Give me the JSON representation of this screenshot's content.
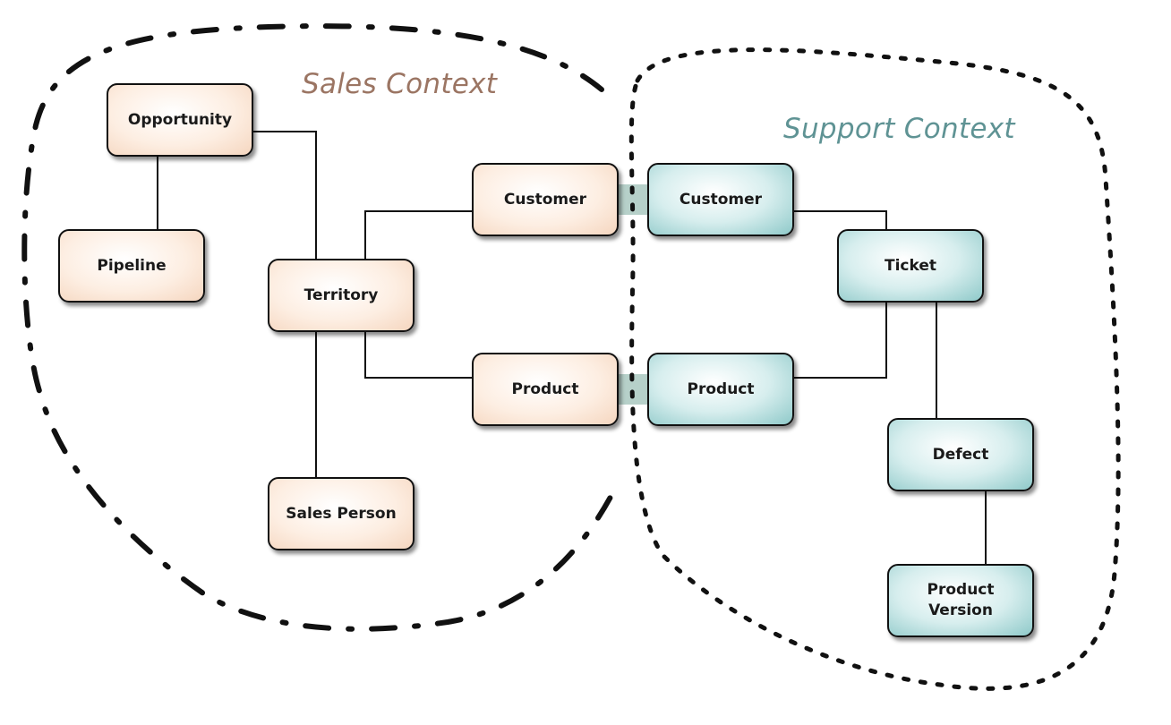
{
  "contexts": {
    "sales": {
      "title": "Sales Context",
      "color": "#9b7563"
    },
    "support": {
      "title": "Support Context",
      "color": "#5f9394"
    }
  },
  "nodes": {
    "opportunity": "Opportunity",
    "pipeline": "Pipeline",
    "territory": "Territory",
    "sales_customer": "Customer",
    "sales_product": "Product",
    "sales_person": "Sales Person",
    "support_customer": "Customer",
    "ticket": "Ticket",
    "support_product": "Product",
    "defect": "Defect",
    "product_version": "Product Version"
  },
  "edges": [
    [
      "opportunity",
      "pipeline"
    ],
    [
      "opportunity",
      "territory"
    ],
    [
      "territory",
      "sales_customer"
    ],
    [
      "territory",
      "sales_product"
    ],
    [
      "territory",
      "sales_person"
    ],
    [
      "support_customer",
      "ticket"
    ],
    [
      "ticket",
      "support_product"
    ],
    [
      "ticket",
      "defect"
    ],
    [
      "defect",
      "product_version"
    ]
  ],
  "shared_links": [
    [
      "sales_customer",
      "support_customer"
    ],
    [
      "sales_product",
      "support_product"
    ]
  ]
}
